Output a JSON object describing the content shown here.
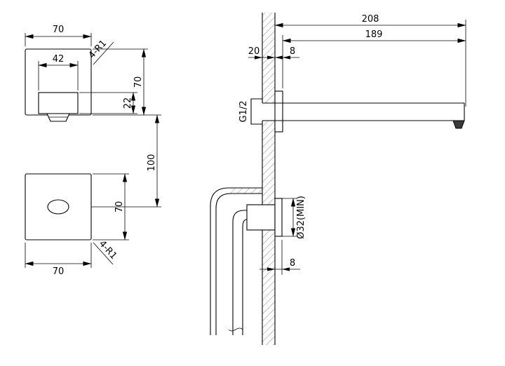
{
  "colors": {
    "line": "#000000",
    "background": "#ffffff",
    "hatch": "#3a3a3a",
    "aerator_fill": "#3a3a3a"
  },
  "front_view": {
    "dim_plate_width_top": "70",
    "dim_spout_width": "42",
    "corner_radius_note": "4-R1",
    "dim_spout_height": "22",
    "dim_plate_height": "70",
    "dim_center_spacing": "100"
  },
  "sensor_view": {
    "dim_plate_height": "70",
    "dim_plate_width_bottom": "70",
    "corner_radius_note": "4-R1"
  },
  "side_view": {
    "dim_total_projection": "208",
    "dim_spout_projection": "189",
    "dim_wall_thickness": "20",
    "dim_escutcheon_depth": "8",
    "inlet_thread_label": "G1/2",
    "hole_diameter_label": "Ø32(MIN)",
    "dim_lower_plate_depth": "8"
  }
}
